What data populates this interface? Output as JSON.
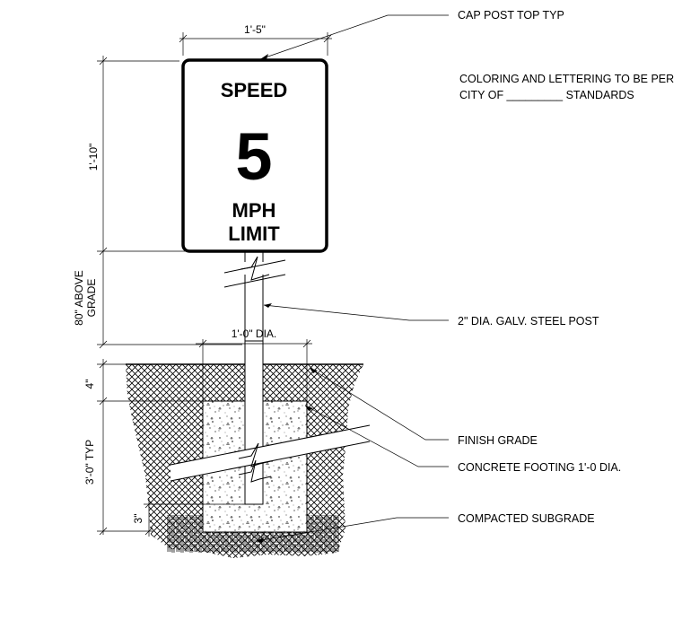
{
  "sign": {
    "line1": "SPEED",
    "number": "5",
    "line3": "MPH",
    "line4": "LIMIT"
  },
  "notes": {
    "coloring_line1": "COLORING AND LETTERING TO BE PER",
    "coloring_line2": "CITY OF _________ STANDARDS"
  },
  "callouts": {
    "cap": "CAP POST TOP TYP",
    "post": "2\" DIA. GALV. STEEL POST",
    "finish_grade": "FINISH GRADE",
    "footing": "CONCRETE FOOTING 1'-0 DIA.",
    "subgrade": "COMPACTED SUBGRADE"
  },
  "dimensions": {
    "sign_width": "1'-5\"",
    "sign_height": "1'-10\"",
    "above_grade_1": "80\" ABOVE",
    "above_grade_2": "GRADE",
    "footing_dia": "1'-0\" DIA.",
    "top_depth": "4\"",
    "footing_depth": "3'-0\" TYP",
    "bottom_depth": "3\""
  }
}
